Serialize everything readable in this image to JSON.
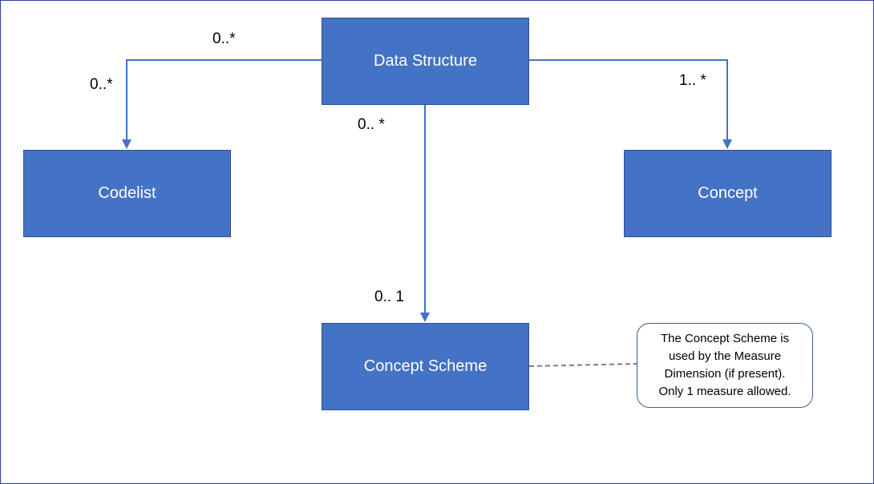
{
  "colors": {
    "box_fill": "#4472c4",
    "box_border": "#2f528f",
    "box_text": "#ffffff",
    "connector": "#4472c4",
    "dashed_line": "#7f7f7f",
    "note_border": "#3e5f8a",
    "frame_border": "#2f3f8f"
  },
  "boxes": {
    "data_structure": "Data Structure",
    "codelist": "Codelist",
    "concept": "Concept",
    "concept_scheme": "Concept Scheme"
  },
  "multiplicities": {
    "data_structure_left": "0..*",
    "codelist": "0..*",
    "concept": "1.. *",
    "data_structure_bottom": "0.. *",
    "concept_scheme": "0.. 1"
  },
  "note": {
    "lines": [
      "The Concept Scheme is",
      "used by the Measure",
      "Dimension (if present).",
      "Only 1 measure allowed."
    ]
  }
}
